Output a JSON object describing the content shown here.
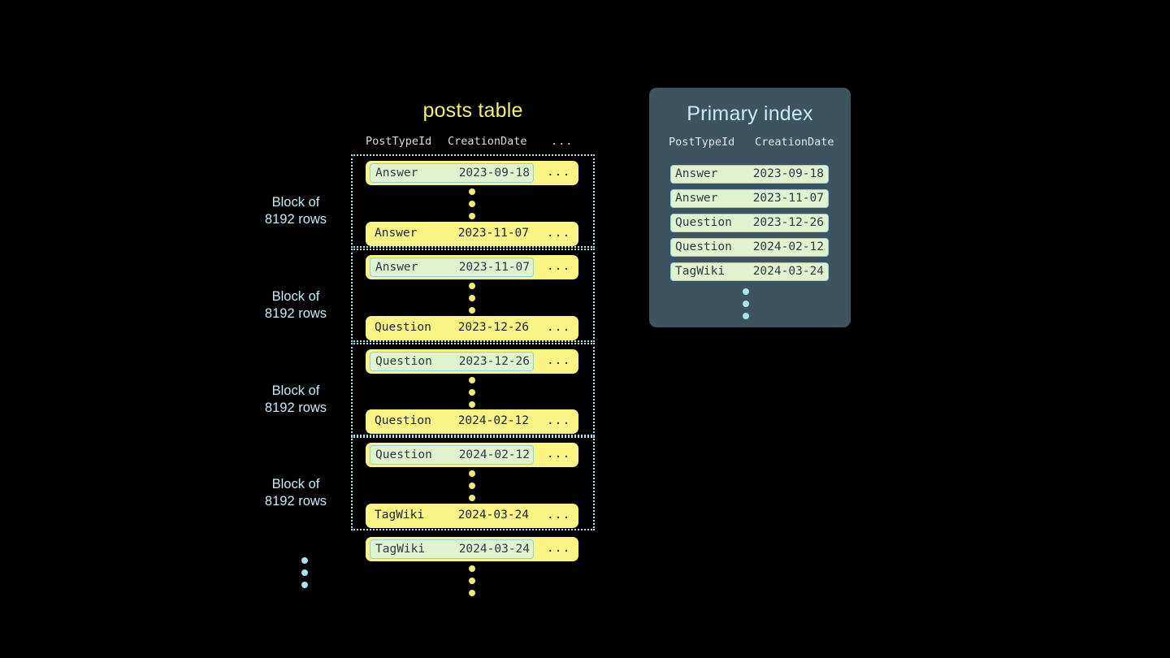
{
  "posts_table": {
    "title": "posts table",
    "columns": [
      "PostTypeId",
      "CreationDate",
      "..."
    ],
    "ellipsis_cell": "...",
    "blocks": [
      {
        "label_line1": "Block of",
        "label_line2": "8192 rows",
        "first_row": {
          "post_type_id": "Answer",
          "creation_date": "2023-09-18",
          "rest": "...",
          "highlighted": true
        },
        "last_row": {
          "post_type_id": "Answer",
          "creation_date": "2023-11-07",
          "rest": "...",
          "highlighted": false
        }
      },
      {
        "label_line1": "Block of",
        "label_line2": "8192 rows",
        "first_row": {
          "post_type_id": "Answer",
          "creation_date": "2023-11-07",
          "rest": "...",
          "highlighted": true
        },
        "last_row": {
          "post_type_id": "Question",
          "creation_date": "2023-12-26",
          "rest": "...",
          "highlighted": false
        }
      },
      {
        "label_line1": "Block of",
        "label_line2": "8192 rows",
        "first_row": {
          "post_type_id": "Question",
          "creation_date": "2023-12-26",
          "rest": "...",
          "highlighted": true
        },
        "last_row": {
          "post_type_id": "Question",
          "creation_date": "2024-02-12",
          "rest": "...",
          "highlighted": false
        }
      },
      {
        "label_line1": "Block of",
        "label_line2": "8192 rows",
        "first_row": {
          "post_type_id": "Question",
          "creation_date": "2024-02-12",
          "rest": "...",
          "highlighted": true
        },
        "last_row": {
          "post_type_id": "TagWiki",
          "creation_date": "2024-03-24",
          "rest": "...",
          "highlighted": false
        }
      }
    ],
    "trailing_row": {
      "post_type_id": "TagWiki",
      "creation_date": "2024-03-24",
      "rest": "...",
      "highlighted": true
    }
  },
  "primary_index": {
    "title": "Primary index",
    "columns": [
      "PostTypeId",
      "CreationDate"
    ],
    "rows": [
      {
        "post_type_id": "Answer",
        "creation_date": "2023-09-18"
      },
      {
        "post_type_id": "Answer",
        "creation_date": "2023-11-07"
      },
      {
        "post_type_id": "Question",
        "creation_date": "2023-12-26"
      },
      {
        "post_type_id": "Question",
        "creation_date": "2024-02-12"
      },
      {
        "post_type_id": "TagWiki",
        "creation_date": "2024-03-24"
      }
    ]
  },
  "colors": {
    "background": "#000000",
    "row_yellow": "#faf485",
    "highlight_green": "#dff3cf",
    "highlight_border": "#8fd0e2",
    "accent_blue": "#a9e4f2",
    "title_yellow": "#f5f16a",
    "panel_slate": "#3e5360",
    "dot_yellow": "#f2ec6e"
  }
}
